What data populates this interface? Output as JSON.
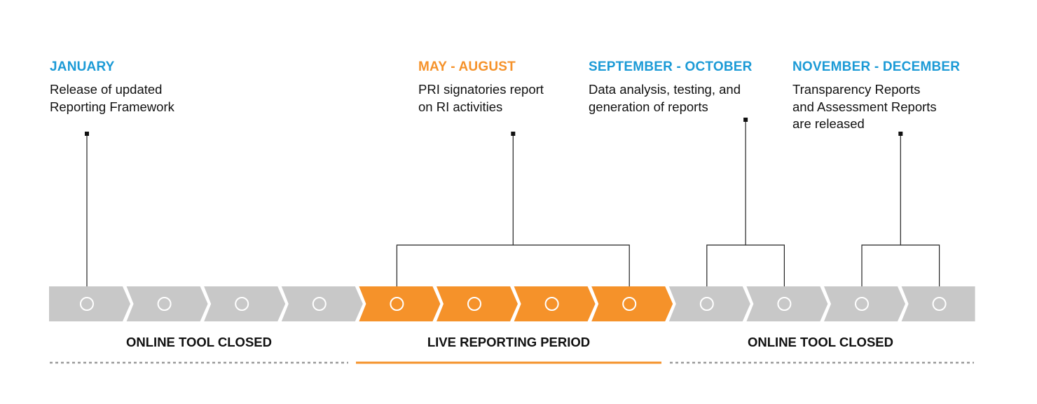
{
  "colors": {
    "blue": "#1b9ad6",
    "orange": "#f5922a",
    "gray": "#c8c8c8",
    "text": "#111111"
  },
  "phases": [
    {
      "title": "JANUARY",
      "title_color": "blue",
      "desc": "Release of updated\nReporting Framework",
      "month_index": 0
    },
    {
      "title": "MAY - AUGUST",
      "title_color": "orange",
      "desc": "PRI signatories report\non RI activities",
      "month_index": [
        4,
        7
      ]
    },
    {
      "title": "SEPTEMBER - OCTOBER",
      "title_color": "blue",
      "desc": "Data analysis, testing, and\ngeneration of reports",
      "month_index": [
        8,
        9
      ]
    },
    {
      "title": "NOVEMBER - DECEMBER",
      "title_color": "blue",
      "desc": "Transparency Reports\nand Assessment Reports\nare released",
      "month_index": [
        10,
        11
      ]
    }
  ],
  "months": [
    {
      "index": 0,
      "active": false
    },
    {
      "index": 1,
      "active": false
    },
    {
      "index": 2,
      "active": false
    },
    {
      "index": 3,
      "active": false
    },
    {
      "index": 4,
      "active": true
    },
    {
      "index": 5,
      "active": true
    },
    {
      "index": 6,
      "active": true
    },
    {
      "index": 7,
      "active": true
    },
    {
      "index": 8,
      "active": false
    },
    {
      "index": 9,
      "active": false
    },
    {
      "index": 10,
      "active": false
    },
    {
      "index": 11,
      "active": false
    }
  ],
  "periods": [
    {
      "label": "ONLINE TOOL CLOSED",
      "style": "dashed"
    },
    {
      "label": "LIVE REPORTING PERIOD",
      "style": "solid"
    },
    {
      "label": "ONLINE TOOL CLOSED",
      "style": "dashed"
    }
  ]
}
